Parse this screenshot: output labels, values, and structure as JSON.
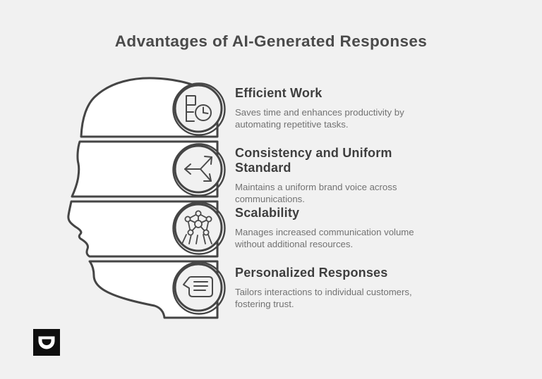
{
  "title": "Advantages of AI-Generated Responses",
  "items": [
    {
      "heading": "Efficient Work",
      "body": "Saves time and enhances productivity by automating repetitive tasks.",
      "icon": "document-clock-icon"
    },
    {
      "heading": "Consistency and Uniform Standard",
      "body": "Maintains a uniform brand voice across communications.",
      "icon": "cube-arrows-icon"
    },
    {
      "heading": "Scalability",
      "body": "Manages increased communication volume without additional resources.",
      "icon": "network-nodes-icon"
    },
    {
      "heading": "Personalized Responses",
      "body": "Tailors interactions to individual customers, fostering trust.",
      "icon": "chat-bubble-icon"
    }
  ],
  "colors": {
    "background": "#f1f1f1",
    "outline": "#454545",
    "title_text": "#4a4a4a",
    "heading_text": "#3e3e3e",
    "body_text": "#727272",
    "head_fill": "#ffffff",
    "logo_background": "#0f0f0f",
    "logo_glyph": "#ffffff"
  }
}
